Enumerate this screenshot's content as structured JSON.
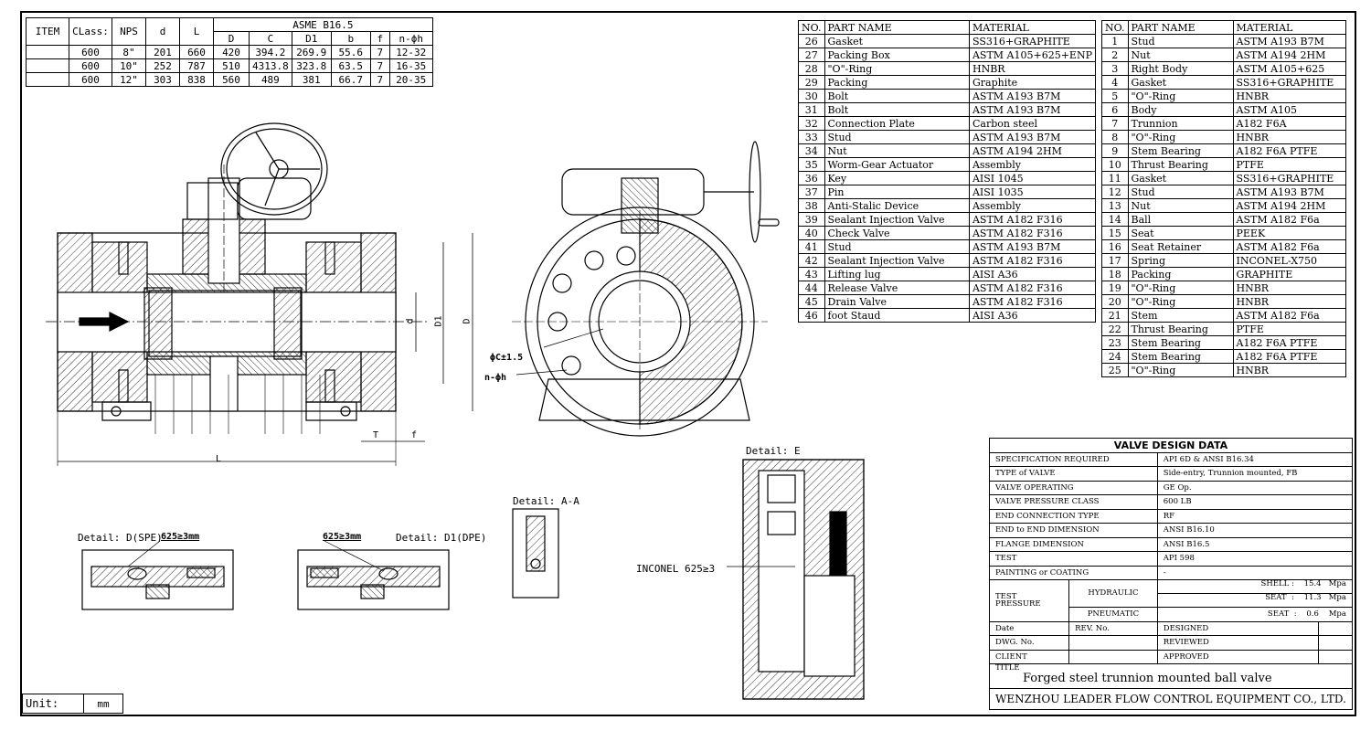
{
  "dimension_table": {
    "headers": [
      "ITEM",
      "CLass:",
      "NPS",
      "d",
      "L",
      "ASME B16.5"
    ],
    "sub_headers": [
      "D",
      "C",
      "D1",
      "b",
      "f",
      "n-ϕh"
    ],
    "rows": [
      [
        "",
        "600",
        "8\"",
        "201",
        "660",
        "420",
        "394.2",
        "269.9",
        "55.6",
        "7",
        "12-32"
      ],
      [
        "",
        "600",
        "10\"",
        "252",
        "787",
        "510",
        "4313.8",
        "323.8",
        "63.5",
        "7",
        "16-35"
      ],
      [
        "",
        "600",
        "12\"",
        "303",
        "838",
        "560",
        "489",
        "381",
        "66.7",
        "7",
        "20-35"
      ]
    ]
  },
  "parts_left": {
    "headers": [
      "NO.",
      "PART NAME",
      "MATERIAL"
    ],
    "rows": [
      [
        "26",
        "Gasket",
        "SS316+GRAPHITE"
      ],
      [
        "27",
        "Packing Box",
        "ASTM A105+625+ENP"
      ],
      [
        "28",
        "\"O\"-Ring",
        "HNBR"
      ],
      [
        "29",
        "Packing",
        "Graphite"
      ],
      [
        "30",
        "Bolt",
        "ASTM A193 B7M"
      ],
      [
        "31",
        "Bolt",
        "ASTM A193 B7M"
      ],
      [
        "32",
        "Connection Plate",
        "Carbon steel"
      ],
      [
        "33",
        "Stud",
        "ASTM A193 B7M"
      ],
      [
        "34",
        "Nut",
        "ASTM A194 2HM"
      ],
      [
        "35",
        "Worm-Gear Actuator",
        "Assembly"
      ],
      [
        "36",
        "Key",
        "AISI 1045"
      ],
      [
        "37",
        "Pin",
        "AISI 1035"
      ],
      [
        "38",
        "Anti-Stalic Device",
        "Assembly"
      ],
      [
        "39",
        "Sealant Injection Valve",
        "ASTM A182 F316"
      ],
      [
        "40",
        "Check Valve",
        "ASTM A182 F316"
      ],
      [
        "41",
        "Stud",
        "ASTM A193 B7M"
      ],
      [
        "42",
        "Sealant Injection Valve",
        "ASTM A182 F316"
      ],
      [
        "43",
        "Lifting lug",
        "AISI A36"
      ],
      [
        "44",
        "Release Valve",
        "ASTM A182 F316"
      ],
      [
        "45",
        "Drain Valve",
        "ASTM A182 F316"
      ],
      [
        "46",
        "foot Staud",
        "AISI A36"
      ]
    ]
  },
  "parts_right": {
    "headers": [
      "NO.",
      "PART NAME",
      "MATERIAL"
    ],
    "rows": [
      [
        "1",
        "Stud",
        "ASTM A193 B7M"
      ],
      [
        "2",
        "Nut",
        "ASTM A194 2HM"
      ],
      [
        "3",
        "Right Body",
        "ASTM A105+625"
      ],
      [
        "4",
        "Gasket",
        "SS316+GRAPHITE"
      ],
      [
        "5",
        "\"O\"-Ring",
        "HNBR"
      ],
      [
        "6",
        "Body",
        "ASTM A105"
      ],
      [
        "7",
        "Trunnion",
        "A182 F6A"
      ],
      [
        "8",
        "\"O\"-Ring",
        "HNBR"
      ],
      [
        "9",
        "Stem Bearing",
        "A182 F6A PTFE"
      ],
      [
        "10",
        "Thrust Bearing",
        "PTFE"
      ],
      [
        "11",
        "Gasket",
        "SS316+GRAPHITE"
      ],
      [
        "12",
        "Stud",
        "ASTM A193 B7M"
      ],
      [
        "13",
        "Nut",
        "ASTM A194 2HM"
      ],
      [
        "14",
        "Ball",
        "ASTM A182 F6a"
      ],
      [
        "15",
        "Seat",
        "PEEK"
      ],
      [
        "16",
        "Seat Retainer",
        "ASTM A182 F6a"
      ],
      [
        "17",
        "Spring",
        "INCONEL-X750"
      ],
      [
        "18",
        "Packing",
        "GRAPHITE"
      ],
      [
        "19",
        "\"O\"-Ring",
        "HNBR"
      ],
      [
        "20",
        "\"O\"-Ring",
        "HNBR"
      ],
      [
        "21",
        "Stem",
        "ASTM A182 F6a"
      ],
      [
        "22",
        "Thrust Bearing",
        "PTFE"
      ],
      [
        "23",
        "Stem Bearing",
        "A182 F6A PTFE"
      ],
      [
        "24",
        "Stem Bearing",
        "A182 F6A PTFE"
      ],
      [
        "25",
        "\"O\"-Ring",
        "HNBR"
      ]
    ]
  },
  "valve_design": {
    "title": "VALVE DESIGN DATA",
    "rows": [
      [
        "SPECIFICATION REQUIRED",
        "API 6D & ANSI B16.34"
      ],
      [
        "TYPE of VALVE",
        "Side-entry, Trunnion mounted, FB"
      ],
      [
        "VALVE OPERATING",
        "GE Op."
      ],
      [
        "VALVE PRESSURE CLASS",
        "600 LB"
      ],
      [
        "END CONNECTION TYPE",
        "RF"
      ],
      [
        "END to END DIMENSION",
        "ANSI B16.10"
      ],
      [
        "FLANGE DIMENSION",
        "ANSI B16.5"
      ],
      [
        "TEST",
        "API 598"
      ],
      [
        "PAINTING or COATING",
        "-"
      ]
    ],
    "test_pressure": {
      "label1": "TEST",
      "label2": "PRESSURE",
      "hydraulic": "HYDRAULIC",
      "pneumatic": "PNEUMATIC",
      "shell": "SHELL :    15.4   Mpa",
      "seat_h": "SEAT  :    11.3   Mpa",
      "seat_p": "SEAT  :    0.6    Mpa"
    },
    "date": "Date",
    "rev": "REV. No.",
    "designed": "DESIGNED",
    "dwg": "DWG. No.",
    "reviewed": "REVIEWED",
    "client": "CLIENT",
    "approved": "APPROVED",
    "title_label": "TITLE",
    "title_value": "Forged steel trunnion mounted ball valve",
    "company": "WENZHOU LEADER FLOW CONTROL EQUIPMENT CO., LTD."
  },
  "labels": {
    "detail_e": "Detail: E",
    "detail_aa": "Detail: A-A",
    "detail_d": "Detail: D(SPE)",
    "detail_d1": "Detail: D1(DPE)",
    "inconel_1": "625≥3mm",
    "inconel_2": "625≥3mm",
    "inconel_3": "INCONEL 625≥3",
    "dim_L": "L",
    "dim_T": "T",
    "dim_f": "f",
    "dim_d": "d",
    "dim_D1": "D1",
    "dim_D": "D",
    "c_tol": "ϕC±1.5",
    "n_h": "n-ϕh",
    "unit_label": "Unit:",
    "unit_value": "mm"
  }
}
